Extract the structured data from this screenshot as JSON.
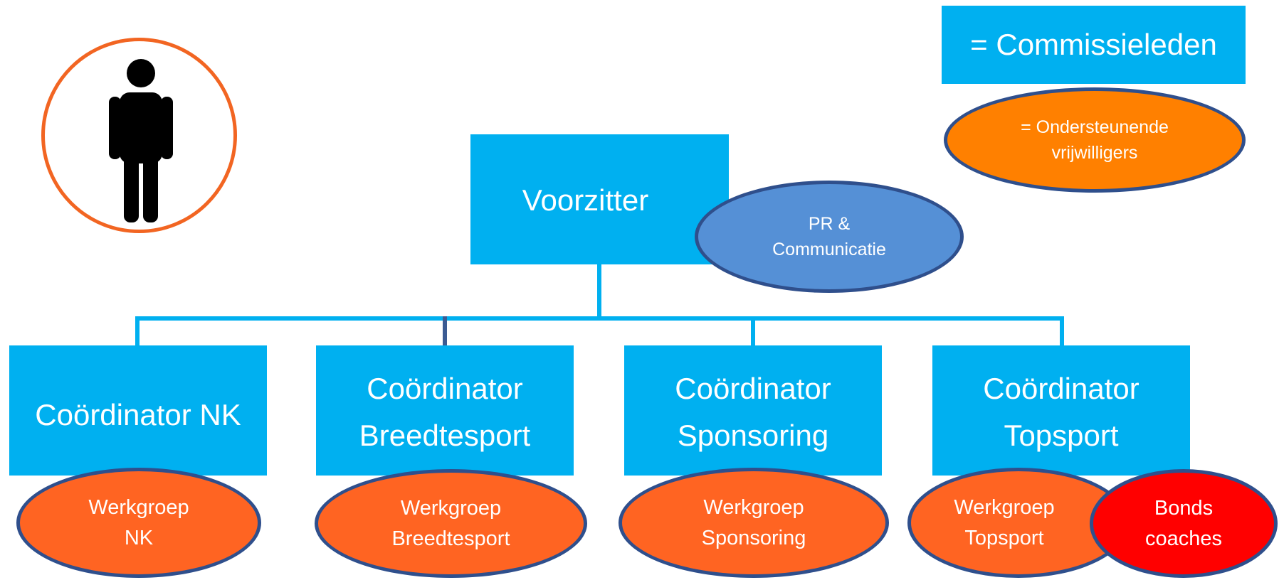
{
  "legend": {
    "members_label": "= Commissieleden",
    "volunteers_lines": [
      "= Ondersteunende",
      "vrijwilligers"
    ]
  },
  "chair": {
    "label": "Voorzitter",
    "pr_lines": [
      "PR &",
      "Communicatie"
    ]
  },
  "coordinators": [
    {
      "lines": [
        "Coördinator NK"
      ],
      "workgroup": [
        "Werkgroep",
        "NK"
      ]
    },
    {
      "lines": [
        "Coördinator",
        "Breedtesport"
      ],
      "workgroup": [
        "Werkgroep",
        "Breedtesport"
      ]
    },
    {
      "lines": [
        "Coördinator",
        "Sponsoring"
      ],
      "workgroup": [
        "Werkgroep",
        "Sponsoring"
      ]
    },
    {
      "lines": [
        "Coördinator",
        "Topsport"
      ],
      "workgroup": [
        "Werkgroep",
        "Topsport"
      ]
    }
  ],
  "bonds_coaches_lines": [
    "Bonds",
    "coaches"
  ],
  "icons": {
    "person": "person-icon"
  },
  "colors": {
    "box": "#00b0f0",
    "workgroup": "#ff6422",
    "legend_volunteer": "#ff8000",
    "pr": "#5590d6",
    "bonds": "#ff0000",
    "ellipse_border": "#2f4f8c",
    "person_circle": "#f26522"
  }
}
